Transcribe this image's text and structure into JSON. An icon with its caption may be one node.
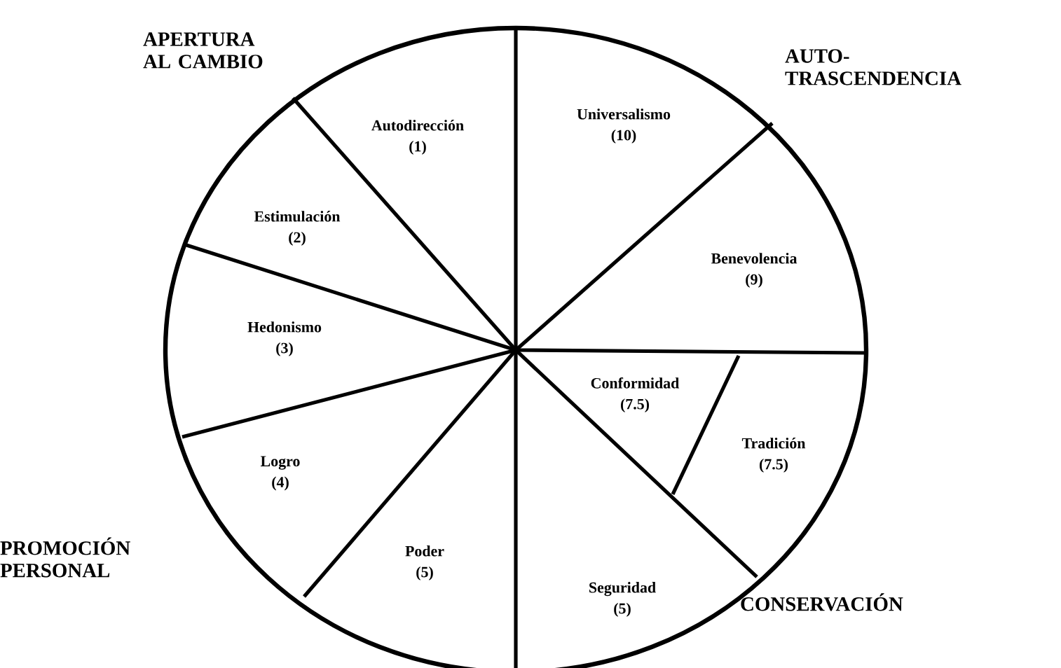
{
  "diagram": {
    "nodes": [
      {
        "text": [
          "Autodirección",
          "(1)"
        ]
      },
      {
        "text": [
          "Estimulación",
          "(2)"
        ]
      },
      {
        "text": [
          "Hedonismo",
          "(3)"
        ]
      },
      {
        "text": [
          "Logro",
          "(4)"
        ]
      },
      {
        "text": [
          "Poder",
          "(5)"
        ]
      },
      {
        "text": [
          "Seguridad",
          "(5)"
        ]
      },
      {
        "text": [
          "Conformidad",
          "(7.5)"
        ]
      },
      {
        "text": [
          "Tradición",
          "(7.5)"
        ]
      },
      {
        "text": [
          "Benevolencia",
          "(9)"
        ]
      },
      {
        "text": [
          "Universalismo",
          "(10)"
        ]
      }
    ],
    "labels": [
      "APERTURA AL CAMBIO",
      "AUTO- TRASCENDENCIA",
      "PROMOCIÓN PERSONAL",
      "CONSERVACIÓN"
    ]
  }
}
